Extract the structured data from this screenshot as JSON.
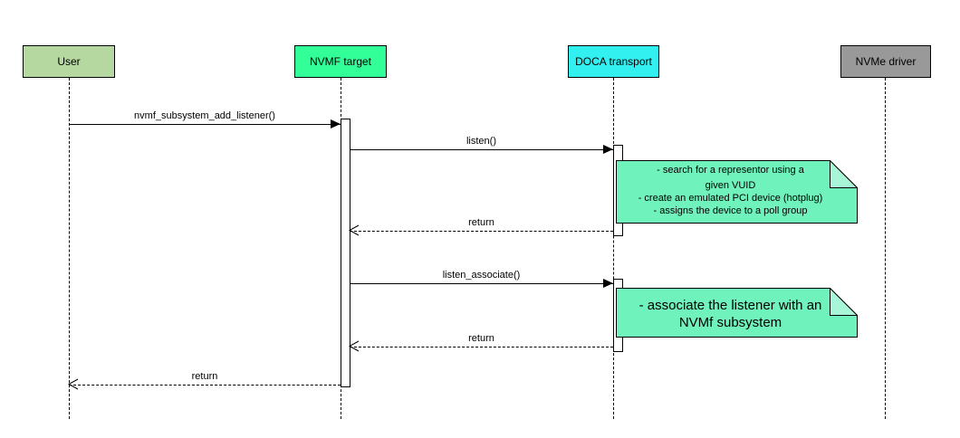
{
  "diagram": {
    "type": "uml-sequence-diagram",
    "colors": {
      "background": "#FFFFFF",
      "border": "#000000",
      "user_fill": "#B5D7A0",
      "nvmf_fill": "#33FF99",
      "doca_fill": "#33F0F0",
      "nvme_fill": "#999999",
      "note_fill": "#70F2BC",
      "note_fold_fill": "#A9F5D7",
      "activation_fill": "#FFFFFF"
    },
    "actors": [
      {
        "id": "user",
        "label": "User"
      },
      {
        "id": "nvmf-target",
        "label": "NVMF target"
      },
      {
        "id": "doca-transport",
        "label": "DOCA transport"
      },
      {
        "id": "nvme-driver",
        "label": "NVMe driver"
      }
    ],
    "messages": [
      {
        "label": "nvmf_subsystem_add_listener()",
        "from": "User",
        "to": "NVMF target",
        "style": "solid"
      },
      {
        "label": "listen()",
        "from": "NVMF target",
        "to": "DOCA transport",
        "style": "solid"
      },
      {
        "label": "return",
        "from": "DOCA transport",
        "to": "NVMF target",
        "style": "dashed"
      },
      {
        "label": "listen_associate()",
        "from": "NVMF target",
        "to": "DOCA transport",
        "style": "solid"
      },
      {
        "label": "return",
        "from": "DOCA transport",
        "to": "NVMF target",
        "style": "dashed"
      },
      {
        "label": "return",
        "from": "NVMF target",
        "to": "User",
        "style": "dashed"
      }
    ],
    "notes": [
      {
        "attached_to": "DOCA transport",
        "lines": [
          "- search for a representor using a",
          "given VUID",
          "- create an emulated PCI device (hotplug)",
          "- assigns the device to a poll group"
        ]
      },
      {
        "attached_to": "DOCA transport",
        "lines": [
          "- associate the listener with an",
          "NVMf subsystem"
        ]
      }
    ]
  }
}
